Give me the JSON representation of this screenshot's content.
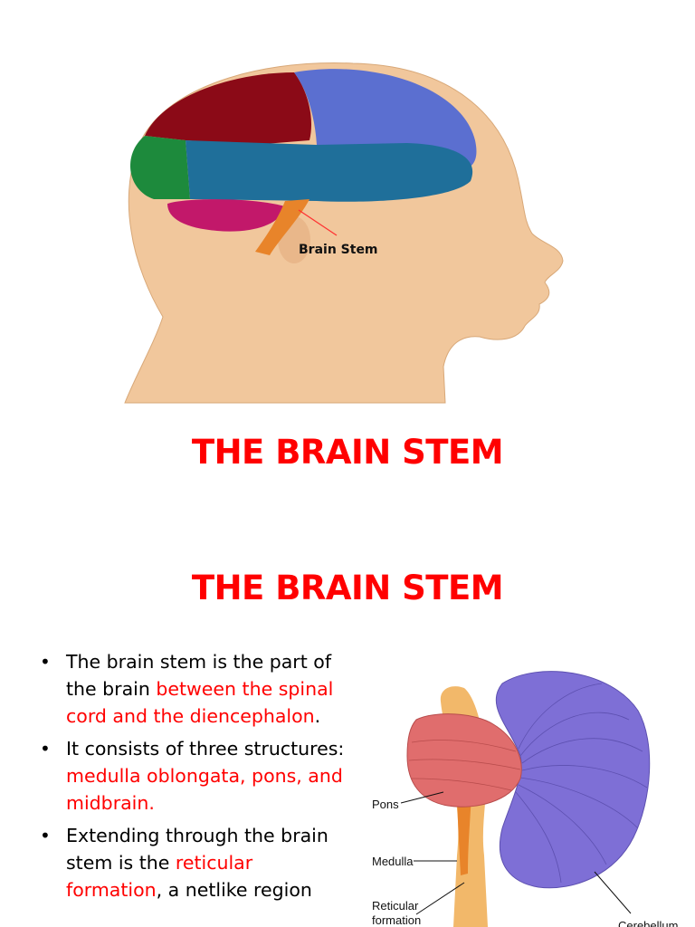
{
  "figure_top": {
    "callout_label": "Brain Stem"
  },
  "titles": [
    "THE BRAIN STEM",
    "THE BRAIN STEM"
  ],
  "bullets": [
    {
      "parts": [
        {
          "text": "The brain stem is the part of the brain ",
          "highlight": false
        },
        {
          "text": "between the spinal cord and the diencephalon",
          "highlight": true
        },
        {
          "text": ".",
          "highlight": false
        }
      ]
    },
    {
      "parts": [
        {
          "text": "It consists of three structures: ",
          "highlight": false
        },
        {
          "text": "medulla oblongata, pons, and midbrain.",
          "highlight": true
        }
      ]
    },
    {
      "parts": [
        {
          "text": "Extending through the brain stem is the ",
          "highlight": false
        },
        {
          "text": "reticular formation",
          "highlight": true
        },
        {
          "text": ", a netlike region",
          "highlight": false
        }
      ]
    }
  ],
  "figure_bottom": {
    "labels": {
      "pons": "Pons",
      "medulla": "Medulla",
      "reticular_1": "Reticular",
      "reticular_2": "formation",
      "cerebellum": "Cerebellum"
    }
  },
  "colors": {
    "title": "#ff0000",
    "highlight": "#ff0000",
    "skin": "#f1c79c",
    "frontal": "#5b6fd0",
    "parietal": "#8b0a17",
    "occipital": "#1d8a3c",
    "temporal": "#1f6f9a",
    "cerebellum": "#c2186a",
    "brainstem": "#e8842a",
    "pons": "#e06d6d",
    "cerebellum_lower": "#7e6fd6"
  }
}
